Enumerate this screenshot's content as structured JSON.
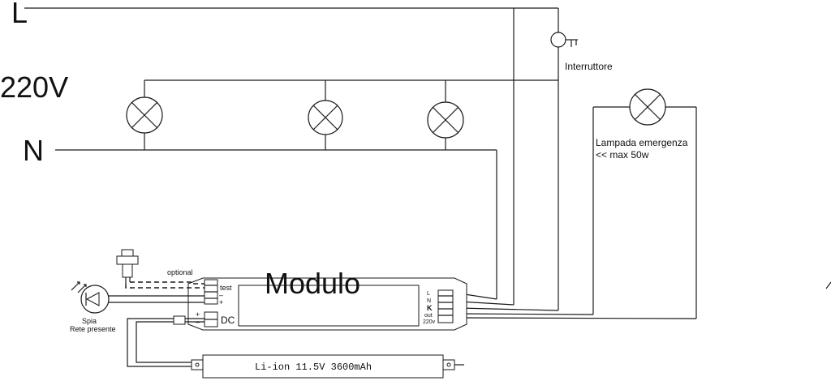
{
  "labels": {
    "line": "L",
    "voltage": "220V",
    "neutral": "N",
    "switch": "Interruttore",
    "emergency_lamp_line1": "Lampada emergenza",
    "emergency_lamp_line2": "<< max 50w",
    "module": "Modulo",
    "optional": "optional",
    "indicator_line1": "Spia",
    "indicator_line2": "Rete presente",
    "battery": "Li-ion 11.5V 3600mAh",
    "test": "test",
    "dc": "DC",
    "term_L": "L",
    "term_N": "N",
    "term_K": "K",
    "term_out": "out",
    "term_220v": "220v",
    "plus": "+",
    "minus": "–"
  }
}
